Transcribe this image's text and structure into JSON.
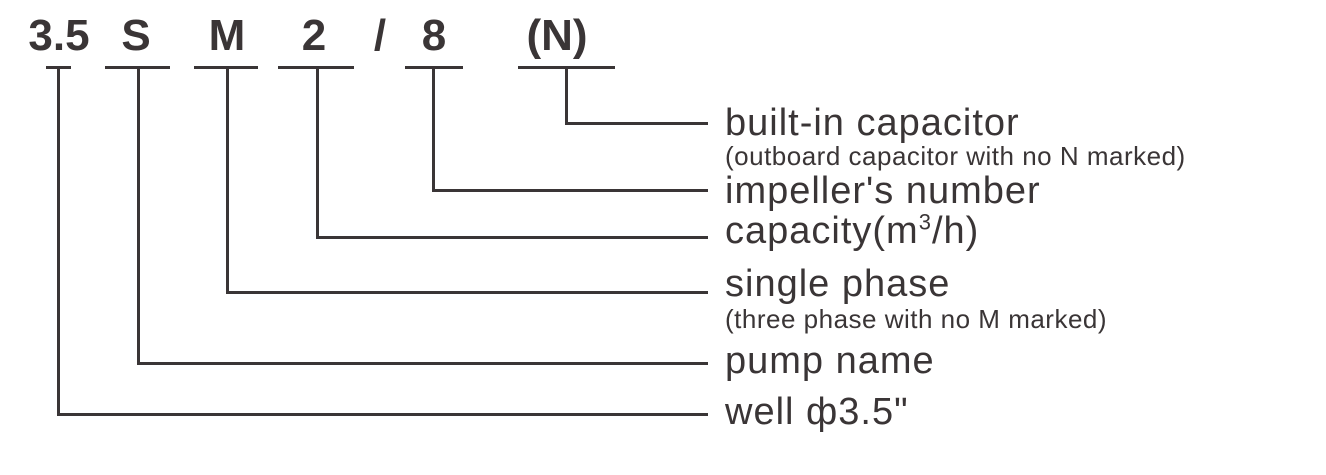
{
  "colors": {
    "ink": "#3a3536",
    "background": "#ffffff"
  },
  "model_code": {
    "segments": [
      {
        "text": "3.5"
      },
      {
        "text": "S"
      },
      {
        "text": "M"
      },
      {
        "text": "2"
      },
      {
        "text": "/"
      },
      {
        "text": "8"
      },
      {
        "text": "(N)"
      }
    ]
  },
  "labels": [
    {
      "title": "built-in capacitor",
      "note": "(outboard capacitor with no N marked)"
    },
    {
      "title": "impeller's number"
    },
    {
      "pre": "capacity(m",
      "sup": "3",
      "post": "/h)"
    },
    {
      "title": "single phase",
      "note": "(three phase with no M marked)"
    },
    {
      "title": "pump name"
    },
    {
      "title": "well ф3.5\""
    }
  ]
}
